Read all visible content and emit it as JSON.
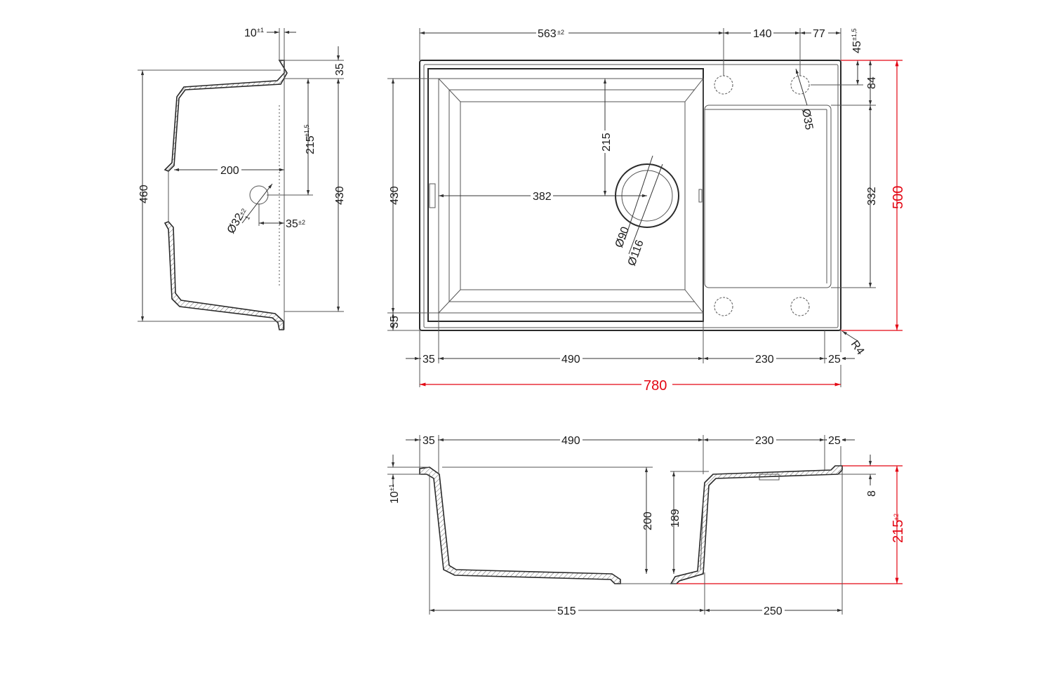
{
  "colors": {
    "line": "#2a2a2a",
    "highlight": "#e30613",
    "background": "#ffffff"
  },
  "side_view": {
    "rim_thickness": "10",
    "rim_thickness_tol": "±1",
    "rim_height": "35",
    "outlet_height": "215",
    "outlet_height_tol": "±1,5",
    "outlet_offset": "200",
    "overflow_diameter": "Ø32",
    "overflow_diameter_tol": "±2",
    "overflow_diameter_tol_sub": "1",
    "overflow_offset": "35",
    "overflow_offset_tol": "±2",
    "overall_depth": "460",
    "bowl_depth": "430"
  },
  "top_view": {
    "bowl_inner_width": "563",
    "bowl_inner_width_tol": "±2",
    "tap_hole_spacing": "140",
    "tap_hole_edge": "77",
    "tap_hole_front": "45",
    "tap_hole_front_tol": "±1,5",
    "tap_hole_depth": "84",
    "tap_hole_diameter": "Ø35",
    "bowl_to_outlet_depth": "215",
    "bowl_to_outlet_width": "382",
    "outlet_diameter": "Ø90",
    "outlet_flange_diameter": "Ø116",
    "bowl_depth": "430",
    "front_rim": "35",
    "drainer_depth": "332",
    "overall_depth": "500",
    "corner_radius": "R4",
    "rim_left": "35",
    "bowl_width": "490",
    "drainer_width": "230",
    "rim_right": "25",
    "overall_width": "780"
  },
  "front_view": {
    "rim_left": "35",
    "bowl_width": "490",
    "drainer_width": "230",
    "rim_right": "25",
    "rim_thickness": "10",
    "rim_thickness_tol": "±1",
    "bowl_depth": "200",
    "drainer_bowl_depth": "189",
    "drainer_step": "8",
    "cabinet_depth": "215",
    "cabinet_depth_tol": "±2",
    "bowl_outer_width": "515",
    "drainer_outer_width": "250"
  }
}
